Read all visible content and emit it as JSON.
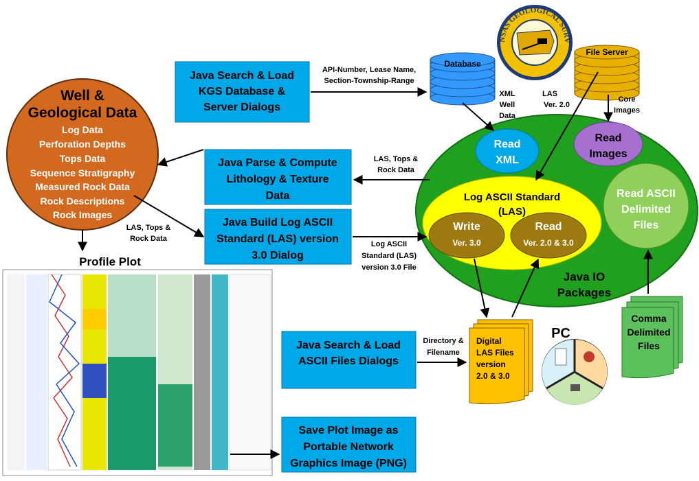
{
  "well_data": {
    "title_line1": "Well &",
    "title_line2": "Geological Data",
    "items": [
      "Log Data",
      "Perforation Depths",
      "Tops Data",
      "Sequence Stratigraphy",
      "Measured Rock Data",
      "Rock Descriptions",
      "Rock Images"
    ]
  },
  "boxes": {
    "search_load_kgs": [
      "Java Search & Load",
      "KGS Database &",
      "Server Dialogs"
    ],
    "parse_compute": [
      "Java Parse & Compute",
      "Lithology & Texture",
      "Data"
    ],
    "build_las": [
      "Java Build Log ASCII",
      "Standard (LAS) version",
      "3.0 Dialog"
    ],
    "search_ascii": [
      "Java Search & Load",
      "ASCII Files Dialogs"
    ],
    "save_png": [
      "Save Plot Image as",
      "Portable Network",
      "Graphics Image (PNG)"
    ]
  },
  "labels": {
    "api_number": [
      "API-Number, Lease Name,",
      "Section-Township-Range"
    ],
    "xml_well_data": [
      "XML",
      "Well",
      "Data"
    ],
    "las_v2": [
      "LAS",
      "Ver. 2.0"
    ],
    "core_images": [
      "Core",
      "Images"
    ],
    "las_tops_rock_1": [
      "LAS, Tops &",
      "Rock Data"
    ],
    "las_tops_rock_2": [
      "LAS, Tops &",
      "Rock Data"
    ],
    "las_v3_file": [
      "Log ASCII",
      "Standard (LAS)",
      "version 3.0 File"
    ],
    "directory_filename": [
      "Directory &",
      "Filename"
    ]
  },
  "database_label": "Database",
  "file_server_label": "File Server",
  "kgs_seal_text": "KANSAS GEOLOGICAL SURVEY",
  "java_io": {
    "label": [
      "Java IO",
      "Packages"
    ],
    "read_xml": [
      "Read",
      "XML"
    ],
    "read_images": [
      "Read",
      "Images"
    ],
    "las_title": [
      "Log ASCII Standard",
      "(LAS)"
    ],
    "write": [
      "Write",
      "Ver. 3.0"
    ],
    "read": [
      "Read",
      "Ver. 2.0 & 3.0"
    ],
    "read_ascii": [
      "Read  ASCII",
      "Delimited",
      "Files"
    ]
  },
  "digital_las": [
    "Digital",
    "LAS Files",
    "version",
    "2.0 & 3.0"
  ],
  "comma_files": [
    "Comma",
    "Delimited",
    "Files"
  ],
  "pc_label": "PC",
  "profile_plot_title": "Profile Plot",
  "colors": {
    "blue_box": "#00A8E8",
    "well_circle": "#D2691E",
    "green_oval": "#1FA01F",
    "yellow_oval": "#FFFF00",
    "olive": "#9C7A10",
    "purple": "#A66FD0",
    "light_green": "#8ED05A",
    "file_orange": "#FFC000"
  }
}
